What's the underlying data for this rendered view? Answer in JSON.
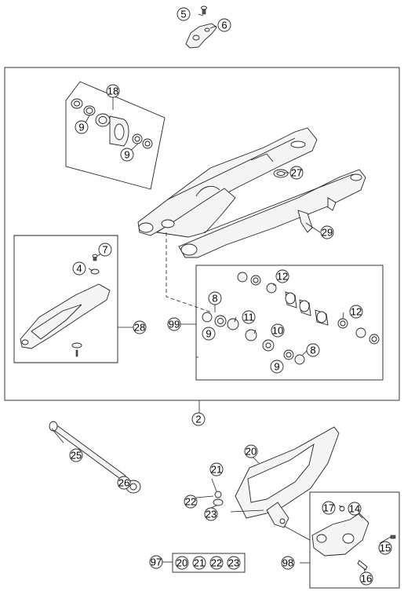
{
  "callouts": {
    "c5": "5",
    "c6": "6",
    "c18": "18",
    "c9a": "9",
    "c9b": "9",
    "c27": "27",
    "c29": "29",
    "c7": "7",
    "c4": "4",
    "c28": "28",
    "c12a": "12",
    "c8a": "8",
    "c99": "99",
    "c11": "11",
    "c10": "10",
    "c9c": "9",
    "c12b": "12",
    "c9d": "9",
    "c8b": "8",
    "c2": "2",
    "c20": "20",
    "c21": "21",
    "c25": "25",
    "c26": "26",
    "c22": "22",
    "c23": "23",
    "c17": "17",
    "c14": "14",
    "c15": "15",
    "c98": "98",
    "c16": "16",
    "c97": "97"
  },
  "kit97": [
    "20",
    "21",
    "22",
    "23"
  ]
}
